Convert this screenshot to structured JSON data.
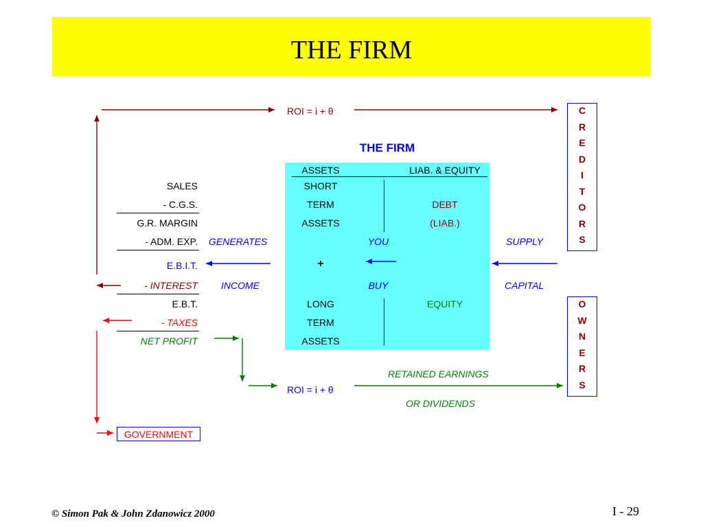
{
  "title": "THE FIRM",
  "firm_box": {
    "heading": "THE FIRM",
    "col_assets": "ASSETS",
    "col_liab": "LIAB. & EQUITY",
    "short": "SHORT",
    "term1": "TERM",
    "assets1": "ASSETS",
    "debt": "DEBT",
    "liab": "(LIAB.)",
    "you": "YOU",
    "plus": "+",
    "buy": "BUY",
    "long": "LONG",
    "term2": "TERM",
    "assets2": "ASSETS",
    "equity": "EQUITY"
  },
  "income_statement": {
    "sales": "SALES",
    "cgs": "- C.G.S.",
    "gr_margin": "G.R. MARGIN",
    "adm_exp": "- ADM. EXP.",
    "ebit": "E.B.I.T.",
    "interest": "- INTEREST",
    "ebt": "E.B.T.",
    "taxes": "- TAXES",
    "net_profit": "NET PROFIT"
  },
  "flow_labels": {
    "roi_top": "ROI = i + θ",
    "roi_bottom": "ROI = i + θ",
    "generates": "GENERATES",
    "income": "INCOME",
    "supply": "SUPPLY",
    "capital": "CAPITAL",
    "retained_earnings": "RETAINED EARNINGS",
    "or_dividends": "OR DIVIDENDS"
  },
  "creditors": "CREDITORS",
  "owners": "OWNERS",
  "government": "GOVERNMENT",
  "footer": {
    "copyright": "© Simon Pak & John Zdanowicz 2000",
    "page": "I - 29"
  },
  "colors": {
    "banner": "#ffff00",
    "firm_box": "#66ffff",
    "blue": "#0000ff",
    "dark_red": "#8b0000",
    "red": "#ff0000",
    "green": "#008000"
  }
}
